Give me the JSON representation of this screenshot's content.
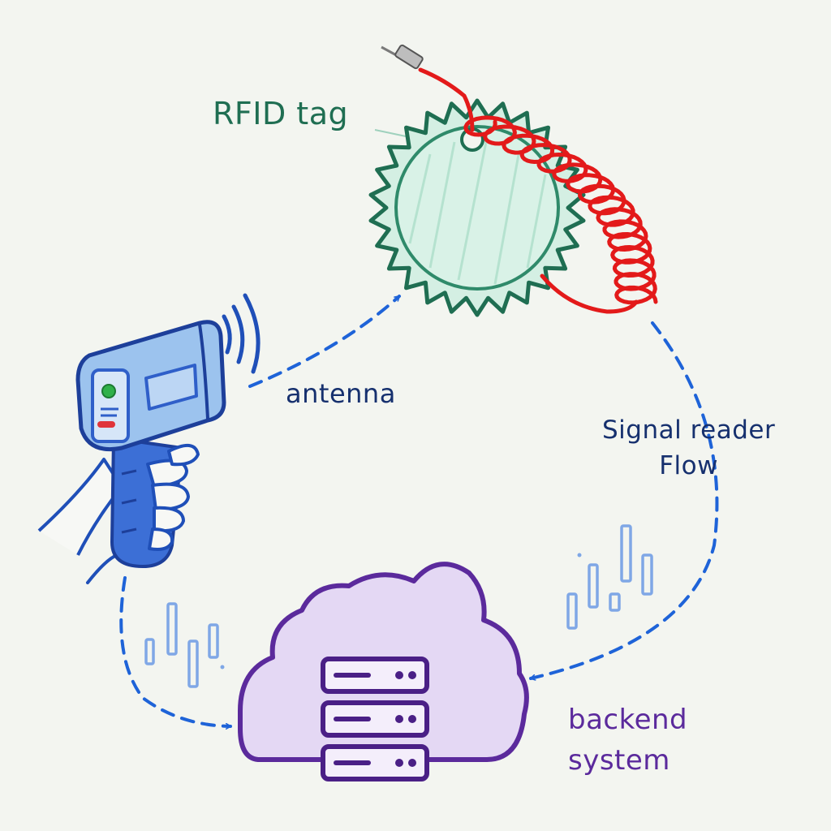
{
  "labels": {
    "rfid_tag": "RFID tag",
    "antenna": "antenna",
    "signal_flow_line1": "Signal reader",
    "signal_flow_line2": "Flow",
    "backend_line1": "backend",
    "backend_line2": "system"
  },
  "colors": {
    "background": "#f3f5f0",
    "tag_green": "#1f6e52",
    "tag_fill": "#cfeee1",
    "cable_red": "#e31a1a",
    "arrow_blue": "#1e63d8",
    "text_navy": "#16306e",
    "scanner_blue": "#2f5fc9",
    "scanner_fill": "#9cc3ee",
    "cloud_purple": "#5b2a9c",
    "cloud_fill": "#e4d8f4",
    "signal_bars": "#7fa7e6",
    "led_green": "#2fb14a",
    "led_red": "#e0343a"
  },
  "icons": [
    "rfid-tag-icon",
    "scanner-icon",
    "cloud-server-icon",
    "wifi-waves-icon",
    "signal-bars-icon"
  ]
}
